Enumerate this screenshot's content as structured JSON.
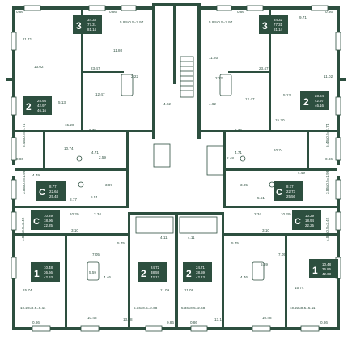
{
  "colors": {
    "wall": "#2d4f3f",
    "badge": "#2d4f3f",
    "background": "#ffffff"
  },
  "apartments": [
    {
      "id": "a1",
      "rooms": "3",
      "areas": [
        "34.33",
        "77.31",
        "81.14"
      ]
    },
    {
      "id": "a2",
      "rooms": "3",
      "areas": [
        "34.32",
        "77.31",
        "81.14"
      ]
    },
    {
      "id": "a3",
      "rooms": "2",
      "areas": [
        "25.94",
        "42.97",
        "46.16"
      ]
    },
    {
      "id": "a4",
      "rooms": "2",
      "areas": [
        "23.94",
        "42.97",
        "46.16"
      ]
    },
    {
      "id": "a5",
      "rooms": "C",
      "areas": [
        "8.77",
        "22.64",
        "25.48"
      ]
    },
    {
      "id": "a6",
      "rooms": "C",
      "areas": [
        "8.77",
        "22.73",
        "25.56"
      ]
    },
    {
      "id": "a7",
      "rooms": "C",
      "areas": [
        "10.29",
        "18.96",
        "22.25"
      ]
    },
    {
      "id": "a8",
      "rooms": "C",
      "areas": [
        "10.29",
        "18.94",
        "22.25"
      ]
    },
    {
      "id": "a9",
      "rooms": "1",
      "areas": [
        "10.48",
        "36.66",
        "42.63"
      ]
    },
    {
      "id": "a10",
      "rooms": "1",
      "areas": [
        "10.48",
        "36.86",
        "42.63"
      ]
    },
    {
      "id": "a11",
      "rooms": "2",
      "areas": [
        "24.72",
        "38.59",
        "42.13"
      ]
    },
    {
      "id": "a12",
      "rooms": "2",
      "areas": [
        "24.71",
        "38.59",
        "42.13"
      ]
    }
  ],
  "labels": [
    "0.86",
    "0.86",
    "0.86",
    "0.86",
    "5.94x0.5=2.97",
    "5.94x0.5=2.97",
    "9.71",
    "11.71",
    "11.80",
    "11.80",
    "11.02",
    "13.02",
    "23.47",
    "23.47",
    "2.22",
    "2.72",
    "12.47",
    "12.47",
    "4.62",
    "4.62",
    "5.13",
    "5.13",
    "15.20",
    "15.20",
    "6.79",
    "6.79",
    "10.74",
    "10.74",
    "4.71",
    "4.71",
    "2.59",
    "2.48",
    "5.48x0.5=2.74",
    "5.48x0.5=2.74",
    "0.86",
    "0.86",
    "4.49",
    "4.49",
    "3.86x0.5=1.93",
    "3.86x0.5=1.93",
    "8.77",
    "8.77",
    "5.51",
    "5.51",
    "3.87",
    "3.95",
    "10.29",
    "10.29",
    "2.34",
    "2.34",
    "4.84x0.5=2.42",
    "4.84x0.5=2.42",
    "3.10",
    "3.10",
    "5.75",
    "5.75",
    "4.11",
    "4.11",
    "7.05",
    "7.05",
    "5.59",
    "5.59",
    "4.46",
    "4.46",
    "15.74",
    "15.74",
    "11.09",
    "11.09",
    "5.36x0.5=2.68",
    "5.36x0.5=2.68",
    "10.22x0.5=5.11",
    "10.22x0.5=5.11",
    "10.48",
    "10.48",
    "13.18",
    "13.18",
    "0.86",
    "0.86",
    "0.86",
    "0.86"
  ]
}
